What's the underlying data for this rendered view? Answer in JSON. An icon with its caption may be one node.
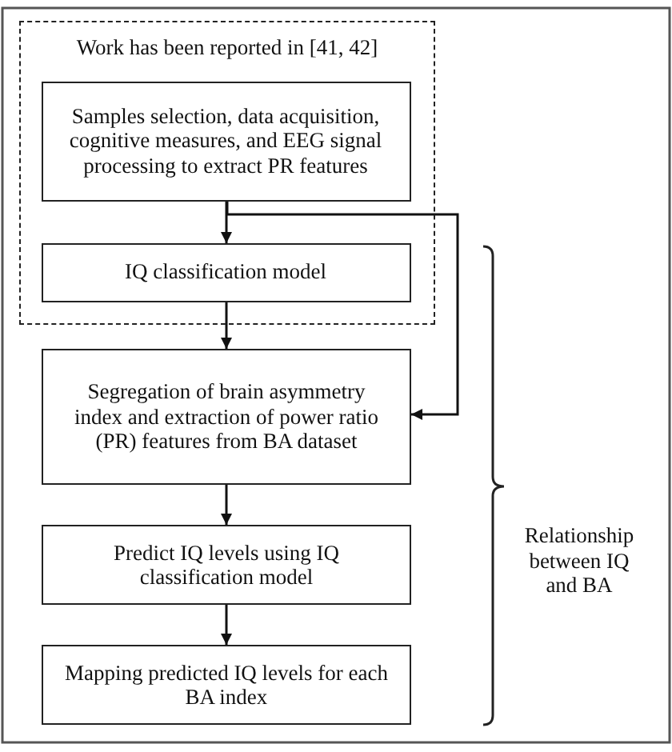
{
  "diagram": {
    "nodes": [
      {
        "text": [
          "Work has been reported in [41, 42]"
        ]
      },
      {
        "text": [
          "Samples selection, data acquisition, cognitive measures, and EEG signal processing to extract PR features"
        ],
        "in": 0
      },
      {
        "text": [
          "IQ classification model"
        ],
        "in": 0
      },
      {
        "text": [
          "Segregation of brain asymmetry index and extraction of power ratio (PR) features from BA dataset"
        ]
      },
      {
        "text": [
          "Predict IQ levels using IQ classification model"
        ]
      },
      {
        "text": [
          "Mapping predicted IQ levels for each BA index"
        ]
      }
    ],
    "edges": [
      {
        "from": 1,
        "to": 2,
        "arrow": "to"
      },
      {
        "from": 1,
        "to": 3,
        "arrow": "to"
      },
      {
        "from": 2,
        "to": 3,
        "arrow": "to"
      },
      {
        "from": 3,
        "to": 4,
        "arrow": "to"
      },
      {
        "from": 4,
        "to": 5,
        "arrow": "to"
      }
    ],
    "labels": [
      "Relationship between IQ and BA"
    ]
  }
}
